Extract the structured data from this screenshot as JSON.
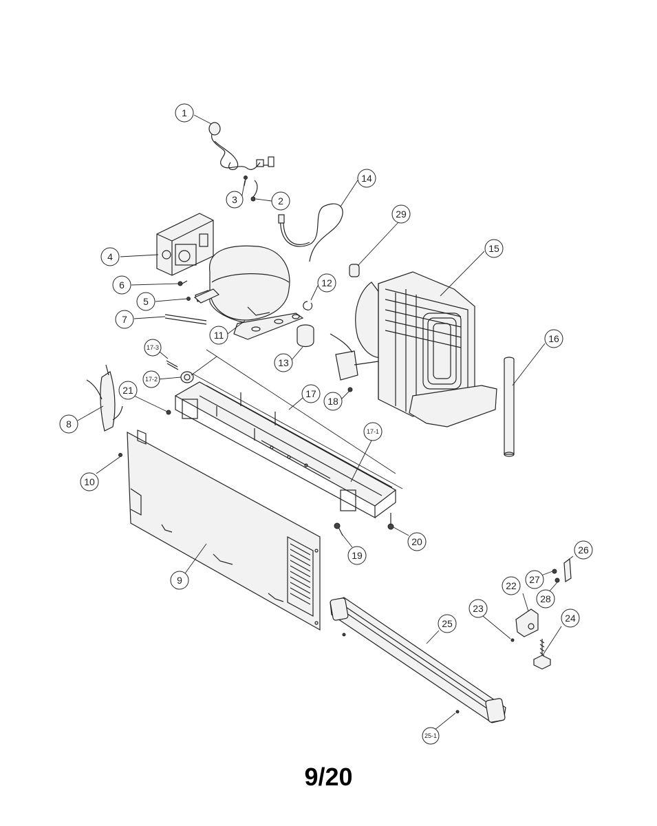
{
  "page_number": "9/20",
  "callouts": [
    "1",
    "2",
    "3",
    "4",
    "5",
    "6",
    "7",
    "8",
    "9",
    "10",
    "11",
    "12",
    "13",
    "14",
    "15",
    "16",
    "17",
    "17-1",
    "17-2",
    "17-3",
    "18",
    "19",
    "20",
    "21",
    "22",
    "23",
    "24",
    "25",
    "25-1",
    "26",
    "27",
    "28",
    "29"
  ]
}
